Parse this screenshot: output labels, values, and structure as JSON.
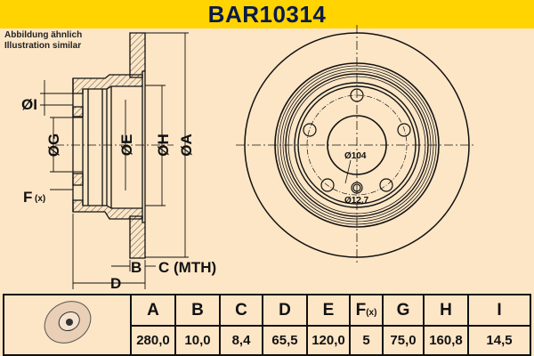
{
  "header": {
    "title": "BAR10314"
  },
  "note": {
    "line1": "Abbildung ähnlich",
    "line2": "Illustration similar"
  },
  "diagram": {
    "labels": {
      "I": "ØI",
      "G": "ØG",
      "E": "ØE",
      "H": "ØH",
      "A": "ØA",
      "F": "F",
      "F_sub": "(x)",
      "B": "B",
      "C": "C (MTH)",
      "D": "D"
    },
    "front": {
      "pcd": "Ø104",
      "hole": "Ø12,7"
    }
  },
  "table": {
    "headers": [
      "A",
      "B",
      "C",
      "D",
      "E",
      "F",
      "G",
      "H",
      "I"
    ],
    "f_sub": "(x)",
    "values": [
      "280,0",
      "10,0",
      "8,4",
      "65,5",
      "120,0",
      "5",
      "75,0",
      "160,8",
      "14,5"
    ]
  },
  "colors": {
    "header": "#ffd400",
    "background": "#fde6c6",
    "title": "#0a1a4a"
  }
}
